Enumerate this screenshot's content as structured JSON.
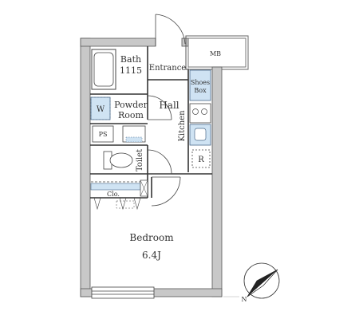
{
  "rooms": {
    "bath": "Bath",
    "bath_size": "1115",
    "entrance": "Entrance",
    "mb": "MB",
    "shoes_box_line1": "Shoes",
    "shoes_box_line2": "Box",
    "powder_room_line1": "Powder",
    "powder_room_line2": "Room",
    "hall": "Hall",
    "kitchen": "Kitchen",
    "washer": "W",
    "ps": "PS",
    "toilet": "Toilet",
    "refrigerator": "R",
    "closet": "Clo.",
    "bedroom": "Bedroom",
    "bedroom_size": "6.4J"
  },
  "compass": {
    "north_label": "N"
  },
  "colors": {
    "wall": "#c8c8c8",
    "line": "#333333",
    "fixture_blue": "#cfe3f3",
    "fixture_outline": "#4a6a8a"
  }
}
